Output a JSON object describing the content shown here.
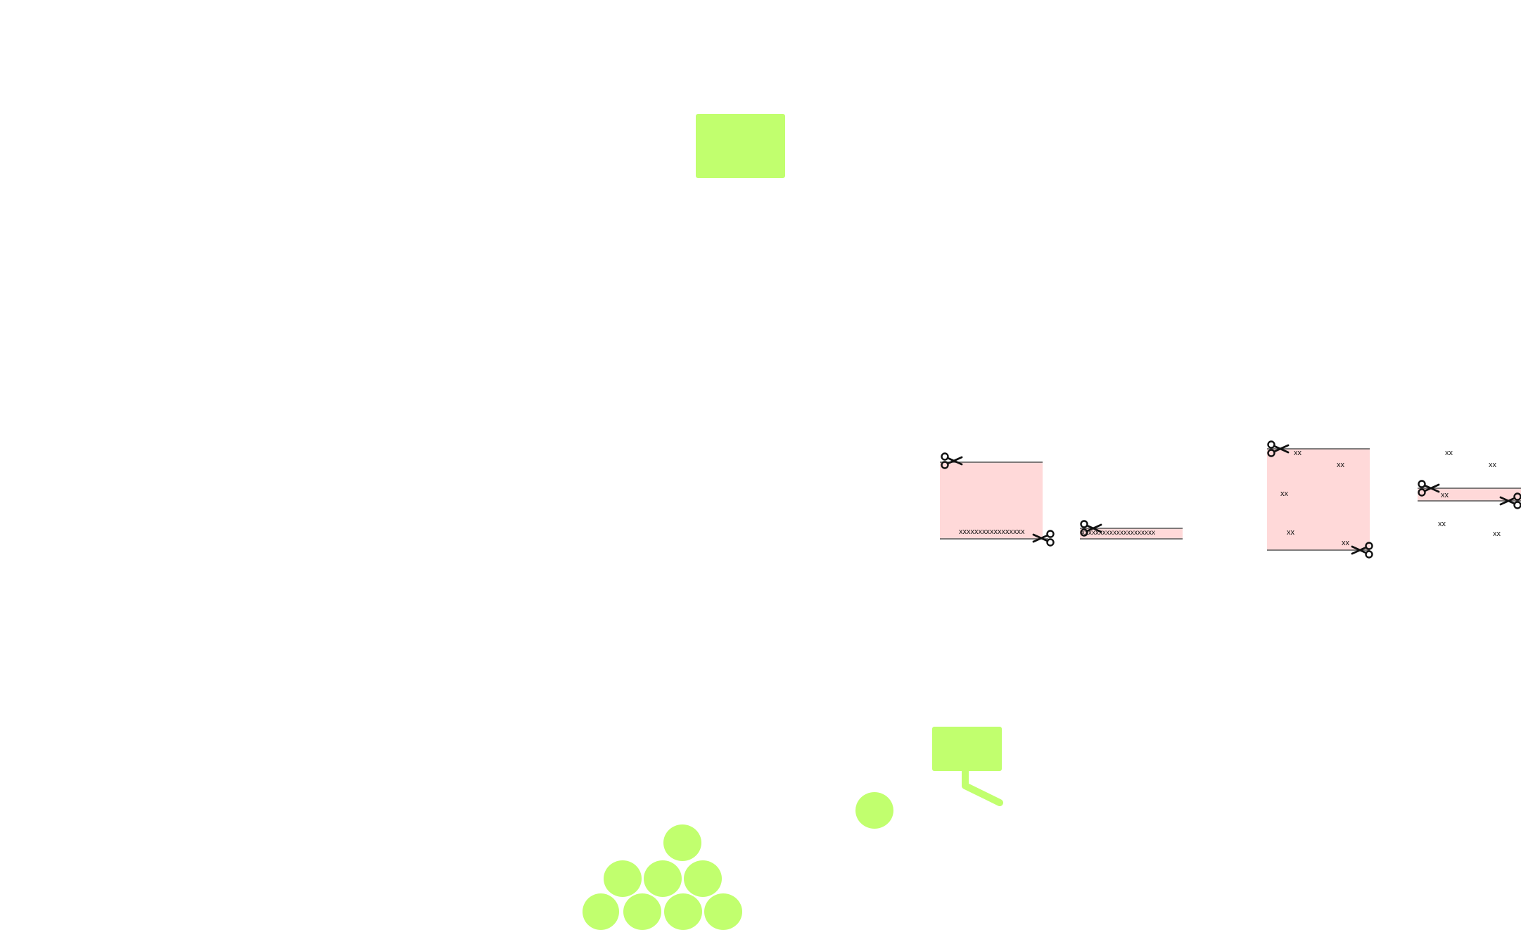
{
  "colors": {
    "green": "#c1ff6e",
    "pink": "#ffd9d9",
    "stroke": "#555555",
    "ink": "#111111"
  },
  "icons": [
    "scissors-icon"
  ],
  "panels": {
    "panel1": {
      "label": "xxxxxxxxxxxxxxxxx"
    },
    "panel2": {
      "label": "xxxxxxxxxxxxxxxxxxxxx"
    },
    "panel3": {
      "labels": [
        "xx",
        "xx",
        "xx",
        "xx",
        "xx"
      ]
    },
    "panel4": {
      "labels": [
        "xx",
        "xx",
        "xx",
        "xx",
        "xx"
      ]
    }
  }
}
